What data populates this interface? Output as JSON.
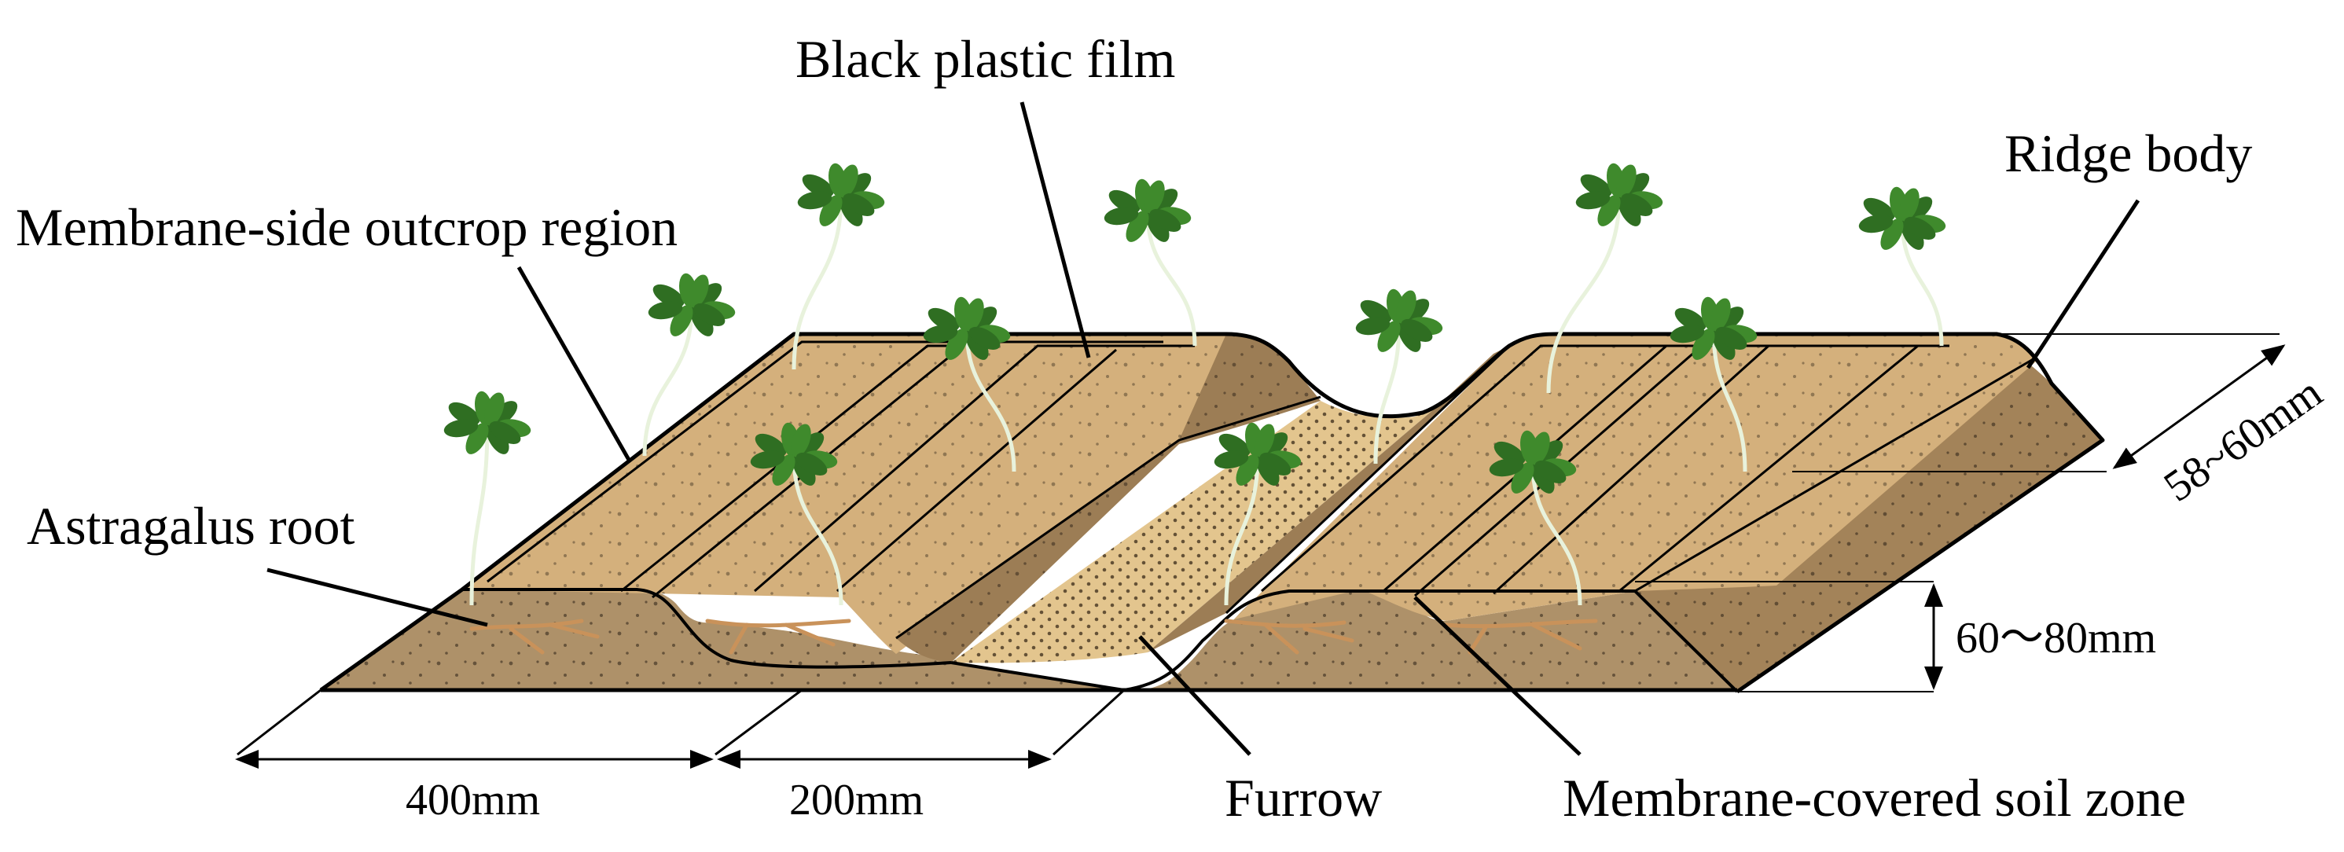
{
  "labels": {
    "black_plastic_film": "Black plastic film",
    "membrane_side_outcrop": "Membrane-side outcrop region",
    "ridge_body": "Ridge body",
    "astragalus_root": "Astragalus root",
    "furrow": "Furrow",
    "membrane_covered_soil": "Membrane-covered soil zone"
  },
  "dimensions": {
    "ridge_width": "400mm",
    "furrow_width": "200mm",
    "ridge_height": "60～80mm",
    "film_edge": "58~60mm"
  },
  "colors": {
    "soil_top": "#d4b07c",
    "soil_front": "#ae9169",
    "soil_side": "#a38359",
    "furrow_fill": "#e3c58e",
    "leaf": "#3f8a2c",
    "root": "#c9925a"
  }
}
